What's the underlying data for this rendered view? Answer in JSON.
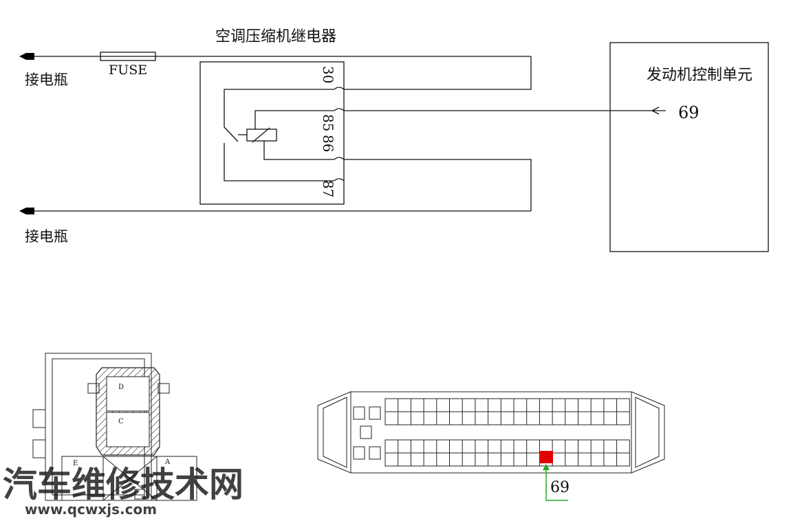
{
  "relay_title": "空调压缩机继电器",
  "battery_label_top": "接电瓶",
  "battery_label_bottom": "接电瓶",
  "fuse_label": "FUSE",
  "relay_pins": {
    "p30": "30",
    "p85": "85",
    "p86": "86",
    "p87": "87"
  },
  "ecu_title": "发动机控制单元",
  "ecu_pin": "69",
  "relay_socket_labels": {
    "d": "D",
    "c": "C",
    "e": "E",
    "a": "A"
  },
  "connector_pin_label": "69",
  "watermark": {
    "cn": "汽车维修技术网",
    "url": "www.qcwxjs.com"
  },
  "colors": {
    "highlight_pin": "#e00000",
    "pointer": "#22aa22",
    "watermark": "#8ea6c8"
  }
}
